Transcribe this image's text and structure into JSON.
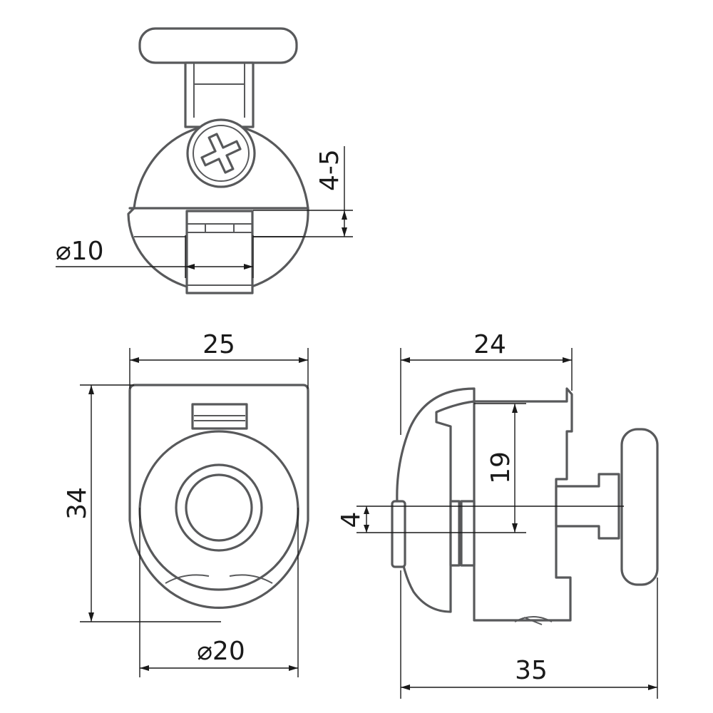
{
  "dimensions": {
    "top_view_depth": "4-5",
    "top_view_hole_diameter": "⌀10",
    "front_width": "25",
    "front_height": "34",
    "front_wheel_diameter": "⌀20",
    "side_width": "24",
    "side_inner_height": "19",
    "side_axle": "4",
    "side_total_length": "35"
  }
}
